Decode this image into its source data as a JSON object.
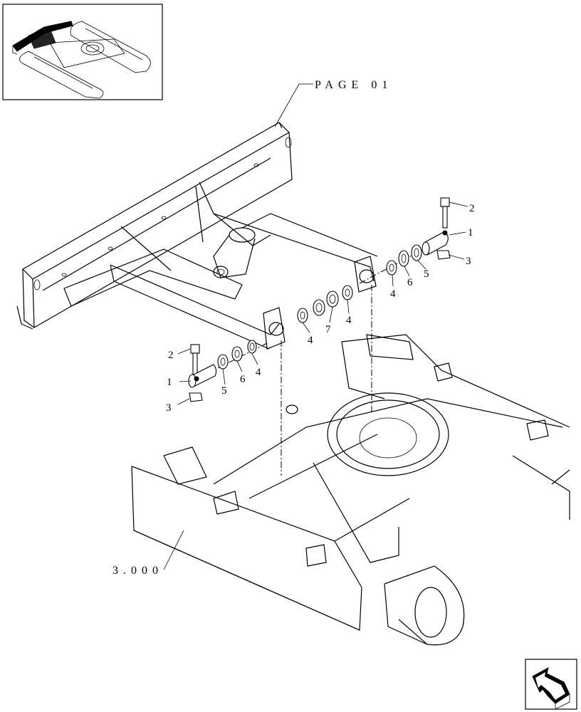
{
  "page_ref": "PAGE 01",
  "group_ref": "3.000",
  "callouts": {
    "bolt_right": "2",
    "pin_right": "1",
    "nut_right": "3",
    "washer5_right": "5",
    "washer6_right": "6",
    "washer4_right": "4",
    "washer4_mid_right": "4",
    "washer7": "7",
    "washer4_mid_left": "4",
    "bolt_left": "2",
    "pin_left": "1",
    "nut_left": "3",
    "washer5_left": "5",
    "washer6_left": "6",
    "washer4_left": "4"
  },
  "icons": {
    "thumbnail": "excavator-undercarriage-thumbnail",
    "nav": "return-arrow-icon"
  }
}
